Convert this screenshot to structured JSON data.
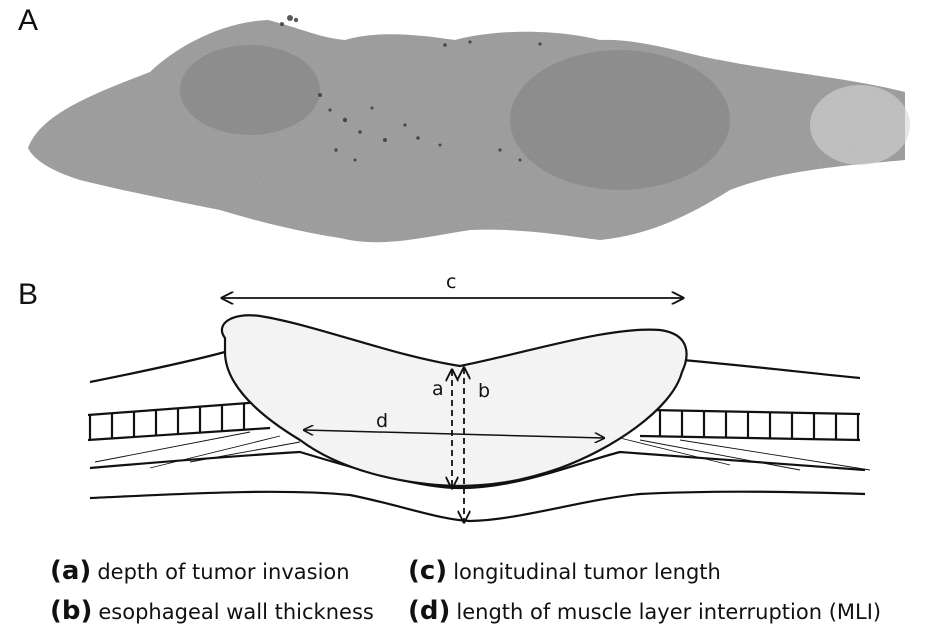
{
  "panels": {
    "a_label": "A",
    "b_label": "B"
  },
  "diagram": {
    "c_label": "c",
    "d_label": "d",
    "a_label": "a",
    "b_label": "b"
  },
  "legend": [
    {
      "key": "(a)",
      "text": "depth of tumor invasion"
    },
    {
      "key": "(b)",
      "text": "esophageal wall thickness"
    },
    {
      "key": "(c)",
      "text": "longitudinal tumor length"
    },
    {
      "key": "(d)",
      "text": "length of muscle layer interruption (MLI)"
    }
  ],
  "colors": {
    "ink": "#111111",
    "tissue": "#8c8c8c"
  }
}
